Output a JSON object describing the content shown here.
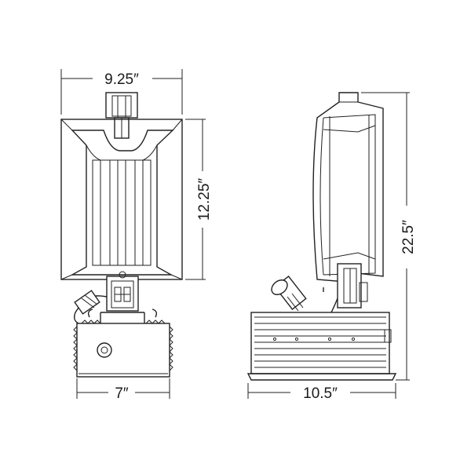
{
  "dimensions": {
    "front_width": "9.25″",
    "front_height": "12.25″",
    "front_ballast_width": "7″",
    "side_depth": "10.5″",
    "side_height": "22.5″"
  },
  "line_color": "#222222",
  "background": "#ffffff"
}
